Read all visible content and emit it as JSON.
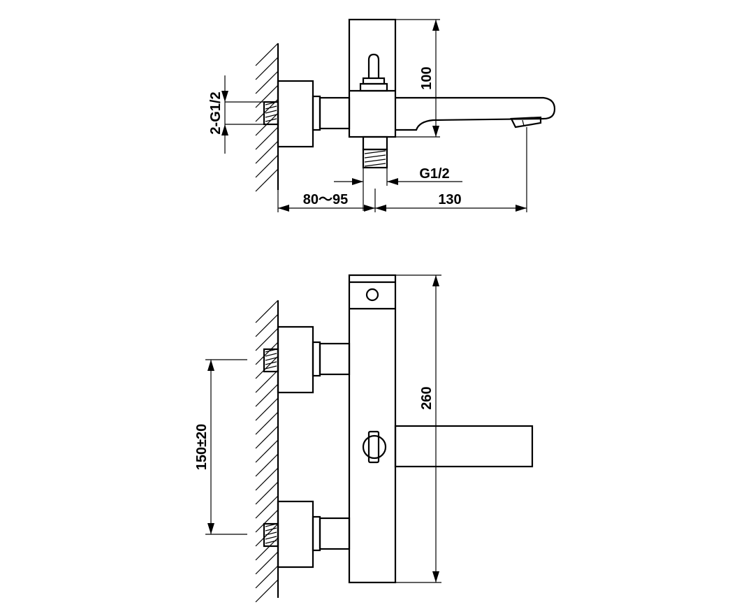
{
  "dimensions": {
    "inlet_thread": "2-G1/2",
    "cartridge_height": "100",
    "outlet_thread": "G1/2",
    "wall_projection": "80～95",
    "spout_reach": "130",
    "body_height": "260",
    "inlet_spacing": "150±20"
  },
  "colors": {
    "line": "#000000",
    "background": "#ffffff"
  }
}
